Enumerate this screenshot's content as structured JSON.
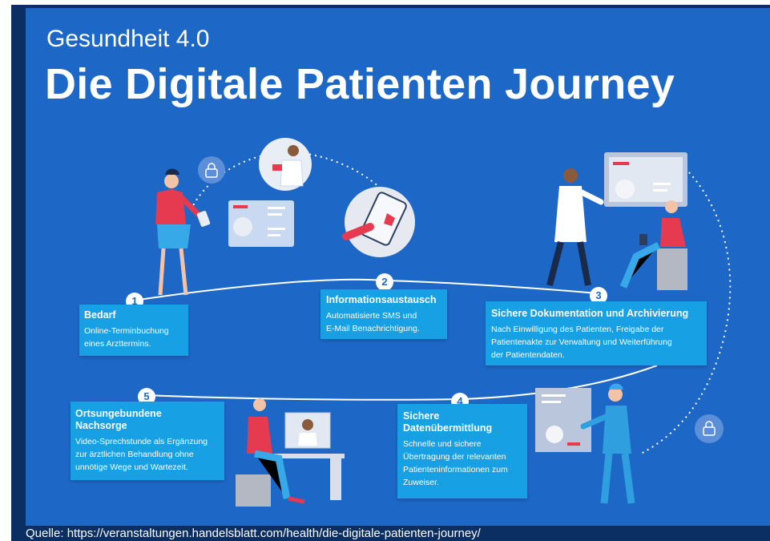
{
  "header": {
    "kicker": "Gesundheit 4.0",
    "title": "Die Digitale Patienten Journey"
  },
  "steps": [
    {
      "number": "1",
      "title": "Bedarf",
      "lines": [
        "Online-Terminbuchung",
        "eines Arzttermins."
      ]
    },
    {
      "number": "2",
      "title": "Informationsaustausch",
      "lines": [
        "Automatisierte SMS und",
        "E-Mail Benachrichtigung."
      ]
    },
    {
      "number": "3",
      "title": "Sichere Dokumentation und Archivierung",
      "lines": [
        "Nach Einwilligung des Patienten, Freigabe der",
        "Patientenakte zur Verwaltung und Weiterführung",
        "der Patientendaten."
      ]
    },
    {
      "number": "4",
      "title_lines": [
        "Sichere",
        "Datenübermittlung"
      ],
      "lines": [
        "Schnelle und sichere",
        "Übertragung der relevanten",
        "Patienteninformationen zum",
        "Zuweiser."
      ]
    },
    {
      "number": "5",
      "title_lines": [
        "Ortsungebundene",
        "Nachsorge"
      ],
      "lines": [
        "Video-Sprechstunde als Ergänzung",
        "zur ärztlichen Behandlung ohne",
        "unnötige Wege und Wartezeit."
      ]
    }
  ],
  "footer": {
    "source": "Quelle: https://veranstaltungen.handelsblatt.com/health/die-digitale-patienten-journey/"
  },
  "colors": {
    "background": "#1d67c6",
    "frame": "#0b2e63",
    "step_box": "#17a0e4",
    "accent_red": "#e53a4f"
  },
  "icons": [
    "lock-icon",
    "smartphone-icon",
    "monitor-icon",
    "patient-card-icon"
  ]
}
